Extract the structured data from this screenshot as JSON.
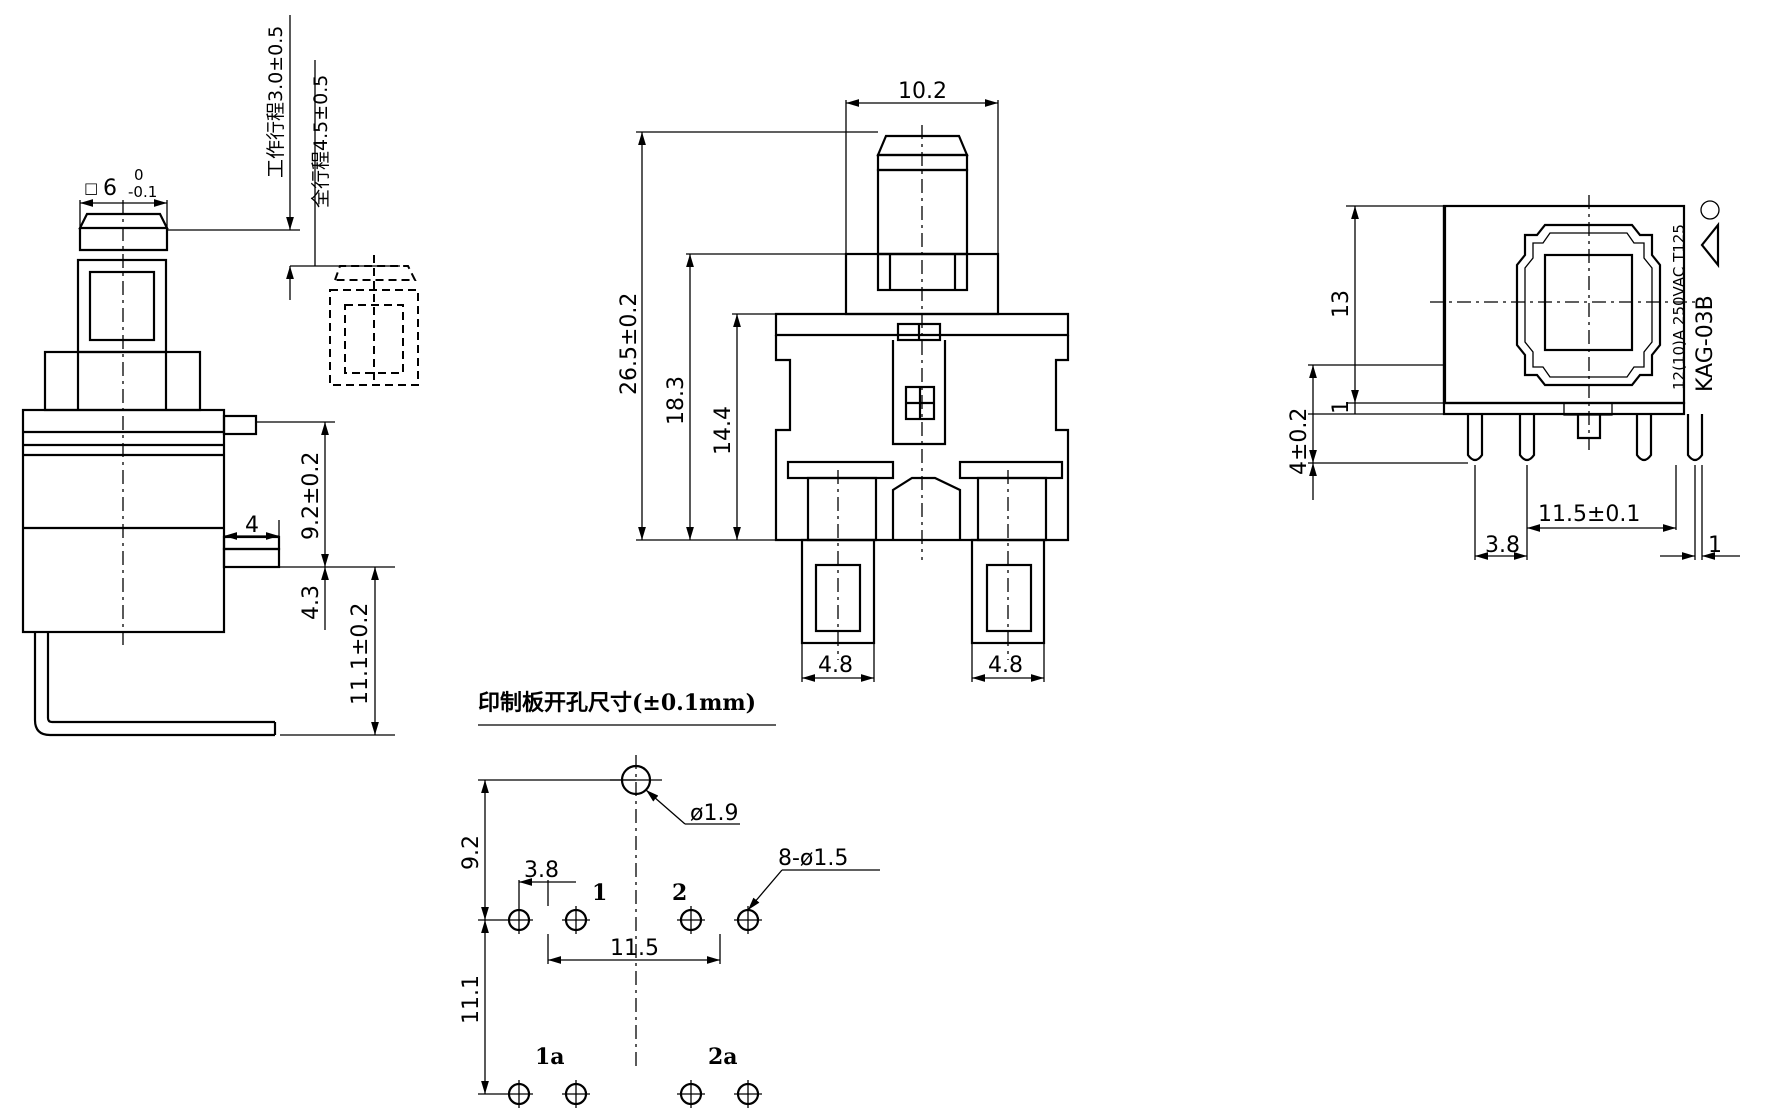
{
  "side_view": {
    "cap_width": "6",
    "cap_tol_upper": "0",
    "cap_tol_lower": "-0.1",
    "square_symbol": "□",
    "working_stroke": "工作行程3.0±0.5",
    "total_stroke": "全行程4.5±0.5",
    "dim_9_2": "9.2±0.2",
    "dim_4": "4",
    "dim_4_3": "4.3",
    "dim_11_1": "11.1±0.2"
  },
  "front_view": {
    "width": "10.2",
    "height_total": "26.5±0.2",
    "height_18_3": "18.3",
    "height_14_4": "14.4",
    "pin_left": "4.8",
    "pin_right": "4.8"
  },
  "top_view": {
    "dim_13": "13",
    "dim_1": "1",
    "dim_4": "4±0.2",
    "pitch_11_5": "11.5±0.1",
    "pitch_3_8": "3.8",
    "pin_thk": "1",
    "rating": "12(10)A 250VAC T125",
    "model": "KAG-03B"
  },
  "pcb": {
    "title": "印制板开孔尺寸(±0.1mm)",
    "hole_large": "ø1.9",
    "holes_small": "8-ø1.5",
    "dim_9_2": "9.2",
    "dim_3_8": "3.8",
    "dim_11_5": "11.5",
    "dim_11_1": "11.1",
    "pin_1": "1",
    "pin_2": "2",
    "pin_1a": "1a",
    "pin_2a": "2a"
  }
}
